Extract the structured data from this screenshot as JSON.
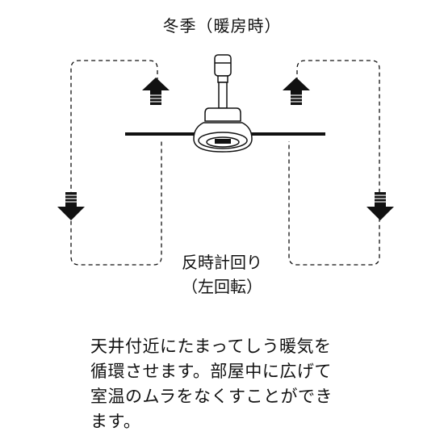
{
  "title": "冬季（暖房時）",
  "rotation": {
    "line1": "反時計回り",
    "line2": "（左回転）"
  },
  "description": [
    "天井付近にたまってしう暖気を",
    "循環させます。部屋中に広げて",
    "室温のムラをなくすことができ",
    "ます。"
  ],
  "colors": {
    "stroke": "#111111",
    "background": "#ffffff"
  },
  "icons": [
    "ceiling-fan-icon",
    "arrow-up-icon",
    "arrow-down-icon"
  ]
}
